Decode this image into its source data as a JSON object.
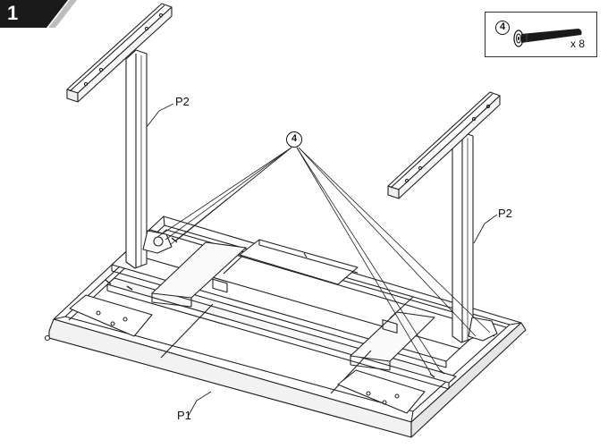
{
  "step": {
    "number": "1"
  },
  "hardware": {
    "callout": "4",
    "quantity": "x 8",
    "item_icon": "screw-icon"
  },
  "parts": {
    "leg_left": "P2",
    "leg_right": "P2",
    "frame": "P1"
  },
  "callout": {
    "number": "4"
  }
}
